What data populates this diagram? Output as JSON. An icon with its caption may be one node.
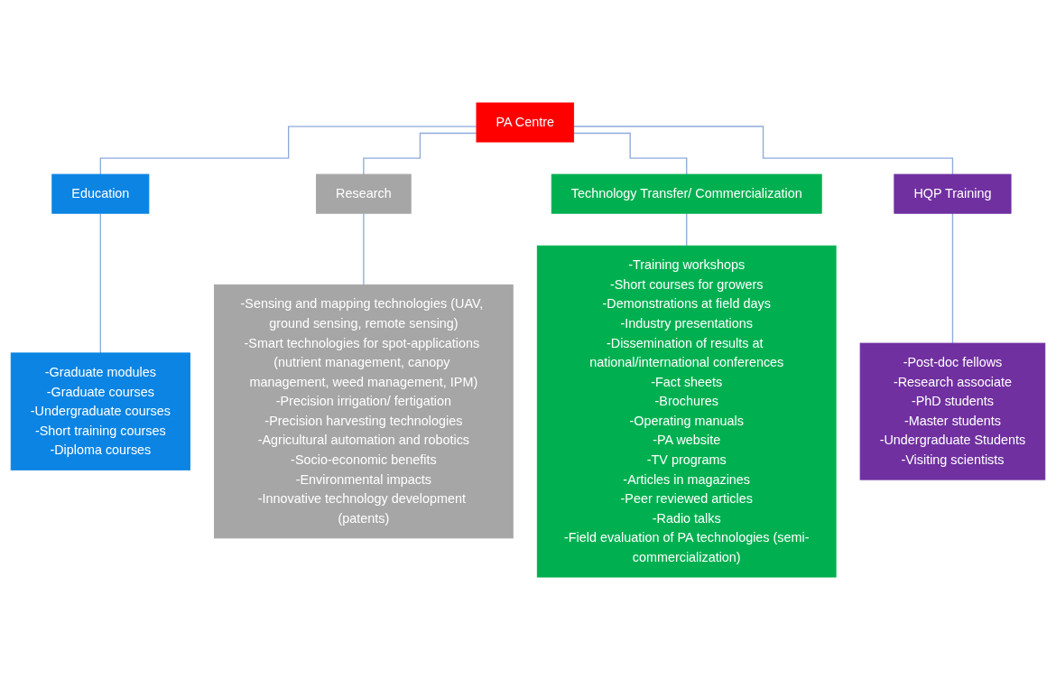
{
  "diagram": {
    "nodes": [
      {
        "text": [
          "PA Centre"
        ]
      },
      {
        "text": [
          "Education"
        ]
      },
      {
        "text": [
          "Research"
        ]
      },
      {
        "text": [
          "Technology Transfer/ Commercialization"
        ]
      },
      {
        "text": [
          "HQP Training"
        ]
      },
      {
        "text": [
          "-Graduate modules",
          "-Graduate courses",
          "-Undergraduate courses",
          "-Short training courses",
          "-Diploma courses"
        ]
      },
      {
        "text": [
          "-Sensing and mapping technologies (UAV, ground sensing, remote sensing)",
          "-Smart technologies for spot-applications (nutrient management, canopy management, weed management, IPM)",
          "-Precision irrigation/ fertigation",
          "-Precision harvesting technologies",
          "-Agricultural automation and robotics",
          "-Socio-economic benefits",
          "-Environmental impacts",
          "-Innovative technology development (patents)"
        ]
      },
      {
        "text": [
          "-Training workshops",
          "-Short courses for growers",
          "-Demonstrations at field days",
          "-Industry presentations",
          "-Dissemination of results at national/international conferences",
          "-Fact sheets",
          "-Brochures",
          "-Operating manuals",
          "-PA website",
          "-TV programs",
          "-Articles in magazines",
          "-Peer reviewed articles",
          "-Radio talks",
          "-Field evaluation of PA technologies (semi-commercialization)"
        ]
      },
      {
        "text": [
          "-Post-doc fellows",
          "-Research associate",
          "-PhD students",
          "-Master students",
          "-Undergraduate Students",
          "-Visiting scientists"
        ]
      }
    ],
    "edges": [
      {
        "from": 0,
        "to": 1,
        "arrow": "none"
      },
      {
        "from": 0,
        "to": 2,
        "arrow": "none"
      },
      {
        "from": 0,
        "to": 3,
        "arrow": "none"
      },
      {
        "from": 0,
        "to": 4,
        "arrow": "none"
      },
      {
        "from": 1,
        "to": 5,
        "arrow": "none"
      },
      {
        "from": 2,
        "to": 6,
        "arrow": "none"
      },
      {
        "from": 3,
        "to": 7,
        "arrow": "none"
      },
      {
        "from": 4,
        "to": 8,
        "arrow": "none"
      }
    ]
  }
}
